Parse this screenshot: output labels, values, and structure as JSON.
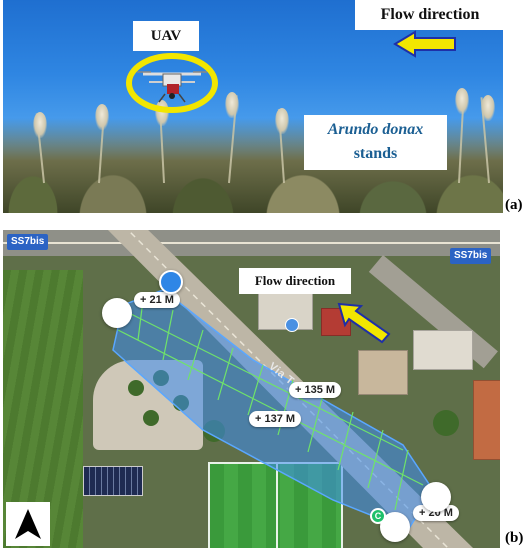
{
  "panel_a": {
    "uav_label": "UAV",
    "flow_label": "Flow direction",
    "arundo_line1": "Arundo donax",
    "arundo_line2": "stands",
    "tag": "(a)",
    "arrow_color": "#f2e600",
    "highlight_color": "#f2e600"
  },
  "panel_b": {
    "badge_left": "SS7bis",
    "badge_right": "SS7bis",
    "flow_label": "Flow direction",
    "road_name": "Via T",
    "distances": [
      "+ 21 M",
      "+ 135 M",
      "+ 137 M",
      "+ 20 M"
    ],
    "marker_label": "C",
    "tag": "(b)",
    "survey_color": "#3d8cf0",
    "grid_line_color": "#6fe36a",
    "arrow_color": "#f2e600"
  },
  "icons": [
    "north-arrow-icon",
    "fuel-station-icon",
    "uav-drone-icon",
    "flow-arrow-icon"
  ]
}
